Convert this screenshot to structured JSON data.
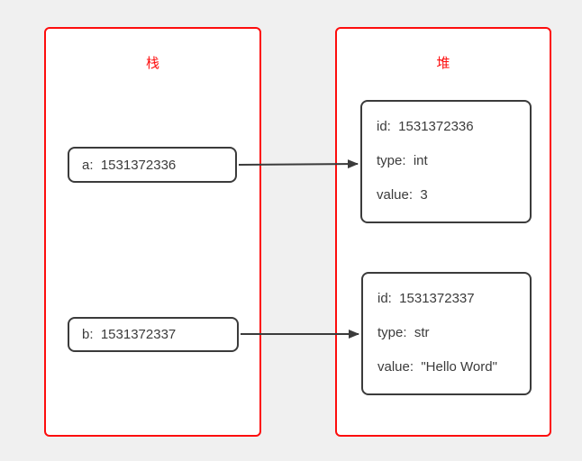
{
  "diagram": {
    "kind": "python-memory-model",
    "background_color": "#f0f0f0",
    "accent_red": "#fd0d0d",
    "shape_border_color": "#3b3b3b",
    "text_color": "#3b3b3b"
  },
  "stack": {
    "label": "栈",
    "variables": [
      {
        "name": "a",
        "text": "a:  1531372336"
      },
      {
        "name": "b",
        "text": "b:  1531372337"
      }
    ]
  },
  "heap": {
    "label": "堆",
    "objects": [
      {
        "lines": [
          "id:  1531372336",
          "type:  int",
          "value:  3"
        ]
      },
      {
        "lines": [
          "id:  1531372337",
          "type:  str",
          "value:  \"Hello Word\""
        ]
      }
    ]
  },
  "arrows": [
    {
      "from": "a",
      "to": "heap-object-int"
    },
    {
      "from": "b",
      "to": "heap-object-str"
    }
  ]
}
